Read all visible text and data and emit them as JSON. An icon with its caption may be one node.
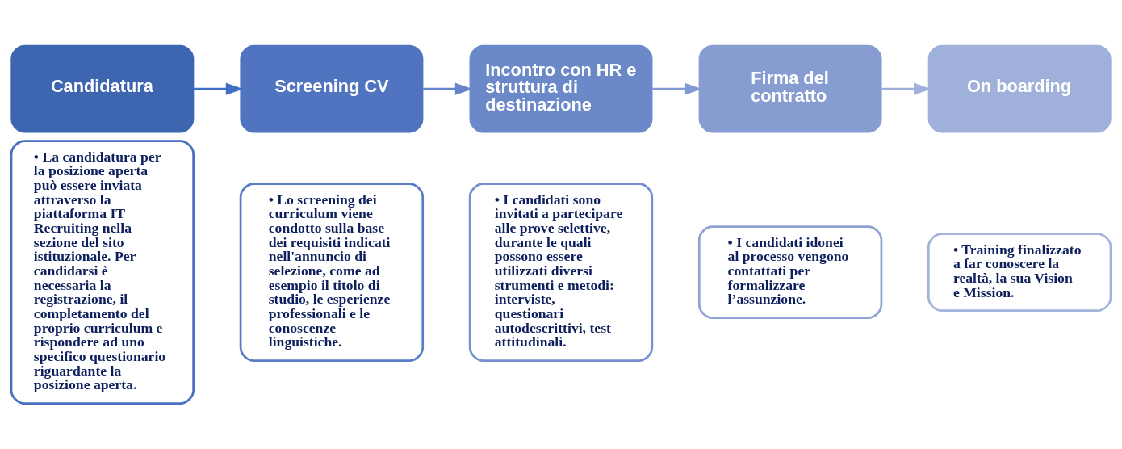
{
  "diagram": {
    "nodes": [
      {
        "text": [
          "Candidatura"
        ]
      },
      {
        "text": [
          "• La candidatura per la posizione aperta può essere inviata attraverso la piattaforma IT Recruiting nella sezione del sito istituzionale. Per candidarsi è necessaria la registrazione, il completamento del proprio curriculum e rispondere ad uno specifico questionario riguardante la posizione aperta."
        ]
      },
      {
        "text": [
          "Screening CV"
        ]
      },
      {
        "text": [
          "• Lo screening dei curriculum viene condotto sulla base dei requisiti indicati nell'annuncio di selezione, come ad esempio il titolo di studio, le esperienze professionali e le conoscenze linguistiche."
        ]
      },
      {
        "text": [
          "Incontro con HR e struttura di destinazione"
        ]
      },
      {
        "text": [
          "• I candidati sono invitati a partecipare alle prove selettive, durante le quali possono essere utilizzati diversi strumenti e metodi: interviste, questionari autodescrittivi, test attitudinali."
        ]
      },
      {
        "text": [
          "Firma del contratto"
        ]
      },
      {
        "text": [
          "• I candidati idonei al processo vengono contattati per formalizzare l’assunzione."
        ]
      },
      {
        "text": [
          "On boarding"
        ]
      },
      {
        "text": [
          "• Training finalizzato a far conoscere la realtà, la sua Vision e Mission."
        ]
      }
    ],
    "edges": [
      {
        "from": 0,
        "to": 2,
        "arrow": "to",
        "color": "#3f6fc2"
      },
      {
        "from": 2,
        "to": 4,
        "arrow": "to",
        "color": "#6584cc"
      },
      {
        "from": 4,
        "to": 6,
        "arrow": "to",
        "color": "#8299d4"
      },
      {
        "from": 6,
        "to": 8,
        "arrow": "to",
        "color": "#a0b0dc"
      }
    ]
  }
}
